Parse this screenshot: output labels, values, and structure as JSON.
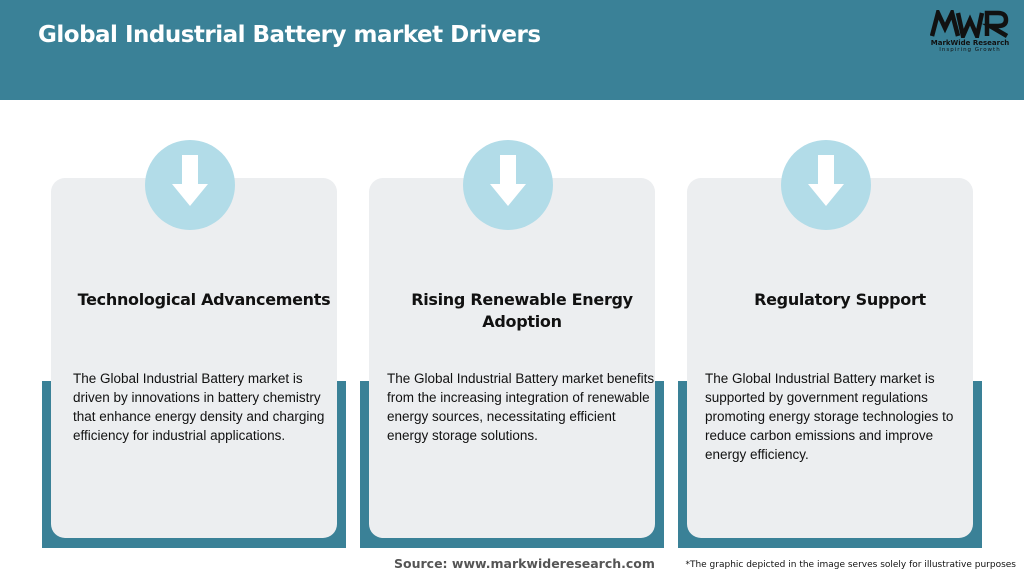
{
  "header": {
    "title": "Global Industrial Battery market Drivers",
    "logo": {
      "mark": "MWR",
      "name": "MarkWide Research",
      "tagline": "Inspiring Growth"
    }
  },
  "cards": [
    {
      "icon": "arrow-down-icon",
      "title": "Technological Advancements",
      "text": "The Global Industrial Battery market is driven by innovations in battery chemistry that enhance energy density and charging efficiency for industrial applications."
    },
    {
      "icon": "arrow-down-icon",
      "title": "Rising Renewable Energy Adoption",
      "text": "The Global Industrial Battery market benefits from the increasing integration of renewable energy sources, necessitating efficient energy storage solutions."
    },
    {
      "icon": "arrow-down-icon",
      "title": "Regulatory Support",
      "text": "The Global Industrial Battery market is supported by government regulations promoting energy storage technologies to reduce carbon emissions and improve energy efficiency."
    }
  ],
  "footer": {
    "source": "Source: www.markwideresearch.com",
    "disclaimer": "*The graphic depicted in the image serves solely for illustrative purposes"
  },
  "colors": {
    "header_bg": "#3a8197",
    "card_bg": "#eceef0",
    "icon_circle": "#b2dce8",
    "accent": "#3a8197"
  }
}
